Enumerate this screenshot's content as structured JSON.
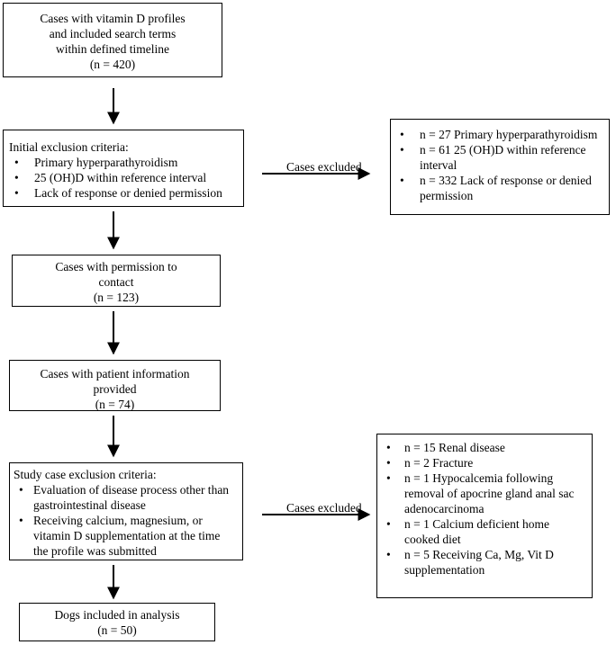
{
  "box1": {
    "lines": [
      "Cases with vitamin D profiles",
      "and included search terms",
      "within defined timeline",
      "(n = 420)"
    ]
  },
  "box2": {
    "title": "Initial exclusion criteria:",
    "items": [
      "Primary hyperparathyroidism",
      "25 (OH)D within reference interval",
      "Lack of response or denied permission"
    ]
  },
  "excluded1": {
    "label": "Cases excluded",
    "items": [
      "n = 27 Primary hyperparathyroidism",
      "n = 61 25 (OH)D within reference interval",
      "n = 332 Lack of response or denied permission"
    ]
  },
  "box3": {
    "lines": [
      "Cases with permission to",
      "contact",
      "(n = 123)"
    ]
  },
  "box4": {
    "lines": [
      "Cases with patient information",
      "provided",
      "(n = 74)"
    ]
  },
  "box5": {
    "title": "Study case exclusion criteria:",
    "items": [
      "Evaluation of disease process other than gastrointestinal disease",
      "Receiving calcium, magnesium, or vitamin D supplementation at the time the profile was submitted"
    ]
  },
  "excluded2": {
    "label": "Cases excluded",
    "items": [
      "n = 15 Renal disease",
      "n = 2 Fracture",
      "n = 1 Hypocalcemia following removal of apocrine gland anal sac adenocarcinoma",
      "n = 1 Calcium deficient home cooked diet",
      "n = 5 Receiving Ca, Mg, Vit D supplementation"
    ]
  },
  "box6": {
    "lines": [
      "Dogs included in analysis",
      "(n = 50)"
    ]
  }
}
